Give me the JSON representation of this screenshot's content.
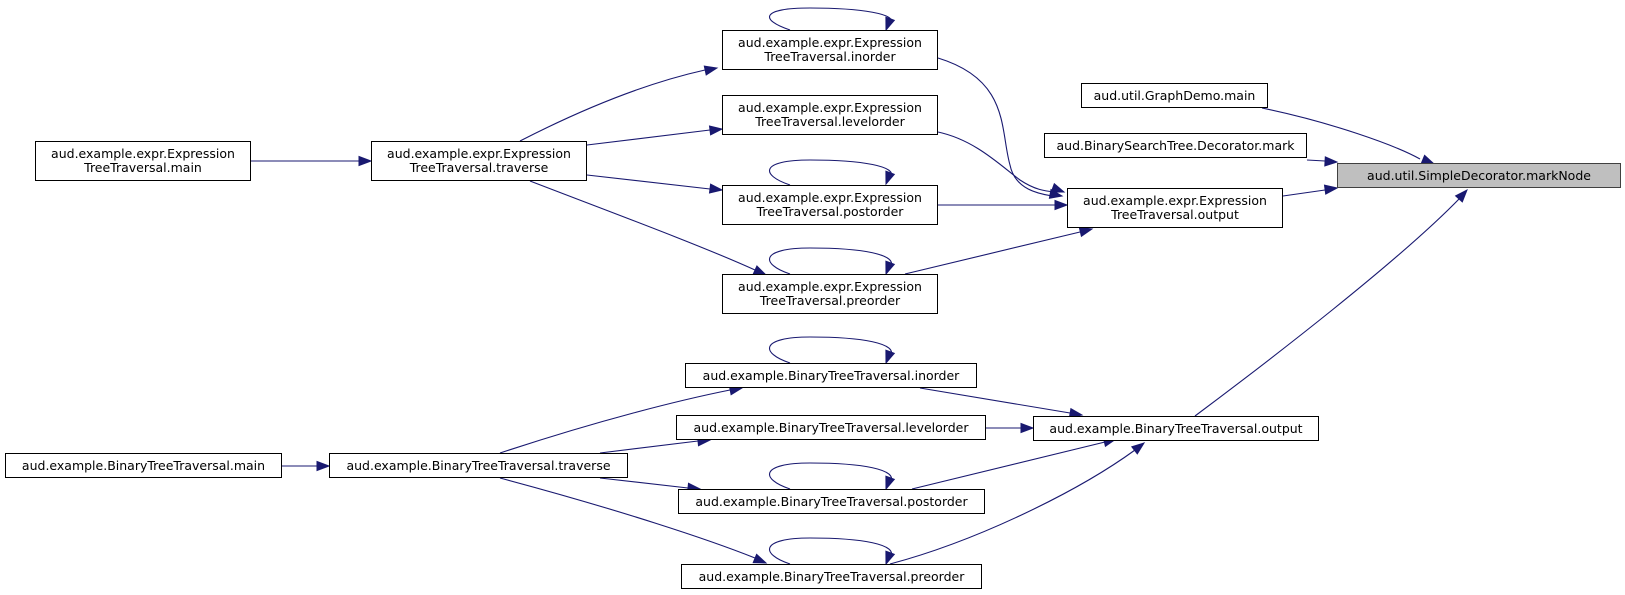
{
  "colors": {
    "edge": "#191970",
    "root_fill": "#bfbfbf",
    "node_fill": "#ffffff",
    "border": "#000000"
  },
  "nodes": {
    "marknode": [
      "aud.util.SimpleDecorator.markNode"
    ],
    "graphdemo": [
      "aud.util.GraphDemo.main"
    ],
    "bstmark": [
      "aud.BinarySearchTree.Decorator.mark"
    ],
    "e_output": [
      "aud.example.expr.Expression",
      "TreeTraversal.output"
    ],
    "e_inorder": [
      "aud.example.expr.Expression",
      "TreeTraversal.inorder"
    ],
    "e_levelorder": [
      "aud.example.expr.Expression",
      "TreeTraversal.levelorder"
    ],
    "e_postorder": [
      "aud.example.expr.Expression",
      "TreeTraversal.postorder"
    ],
    "e_preorder": [
      "aud.example.expr.Expression",
      "TreeTraversal.preorder"
    ],
    "e_traverse": [
      "aud.example.expr.Expression",
      "TreeTraversal.traverse"
    ],
    "e_main": [
      "aud.example.expr.Expression",
      "TreeTraversal.main"
    ],
    "b_output": [
      "aud.example.BinaryTreeTraversal.output"
    ],
    "b_inorder": [
      "aud.example.BinaryTreeTraversal.inorder"
    ],
    "b_levelorder": [
      "aud.example.BinaryTreeTraversal.levelorder"
    ],
    "b_postorder": [
      "aud.example.BinaryTreeTraversal.postorder"
    ],
    "b_preorder": [
      "aud.example.BinaryTreeTraversal.preorder"
    ],
    "b_traverse": [
      "aud.example.BinaryTreeTraversal.traverse"
    ],
    "b_main": [
      "aud.example.BinaryTreeTraversal.main"
    ]
  }
}
